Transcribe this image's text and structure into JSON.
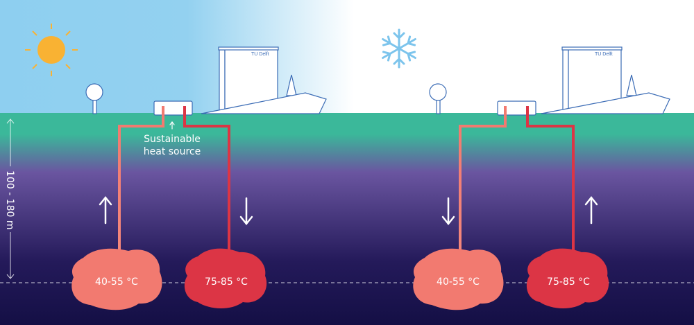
{
  "colors": {
    "sky": "#8ecff0",
    "ground": "#3bb89a",
    "deep": "#140f45",
    "warm_pipe": "#f27a70",
    "hot_pipe": "#dc3545",
    "sun": "#f9b233",
    "snow": "#7cc4ec"
  },
  "summer": {
    "heat_source_label_1": "Sustainable",
    "heat_source_label_2": "heat source",
    "warm_store": "40-55 °C",
    "hot_store": "75-85 °C",
    "logo": "TU Delft"
  },
  "winter": {
    "warm_store": "40-55 °C",
    "hot_store": "75-85 °C",
    "logo": "TU Delft"
  },
  "depth_label": "100 - 180 m"
}
